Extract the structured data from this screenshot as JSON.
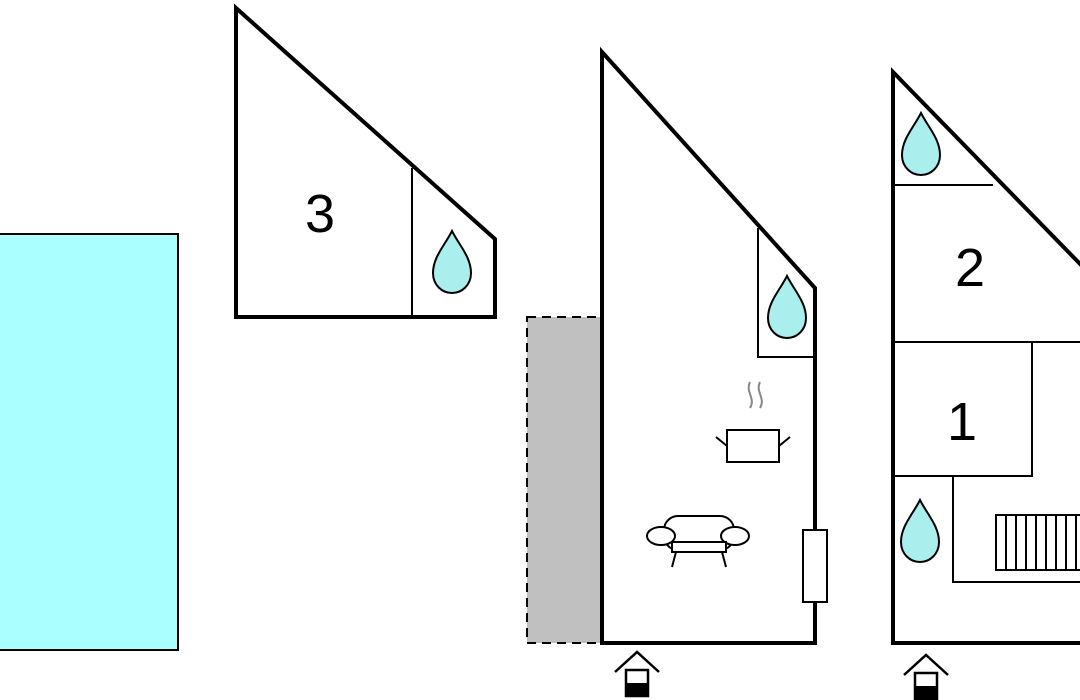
{
  "colors": {
    "pool": "#aaffff",
    "terrace": "#c0c0c0",
    "water": "#aaeeee",
    "walls": "#000000",
    "background": "#ffffff"
  },
  "rooms": {
    "room_3": "3",
    "room_2": "2",
    "room_1": "1"
  },
  "icons": {
    "bathroom": "water-drop-icon",
    "kitchen": "cooking-pot-icon",
    "living": "sofa-icon",
    "radiator": "radiator-icon",
    "entrance": "entrance-house-icon"
  }
}
